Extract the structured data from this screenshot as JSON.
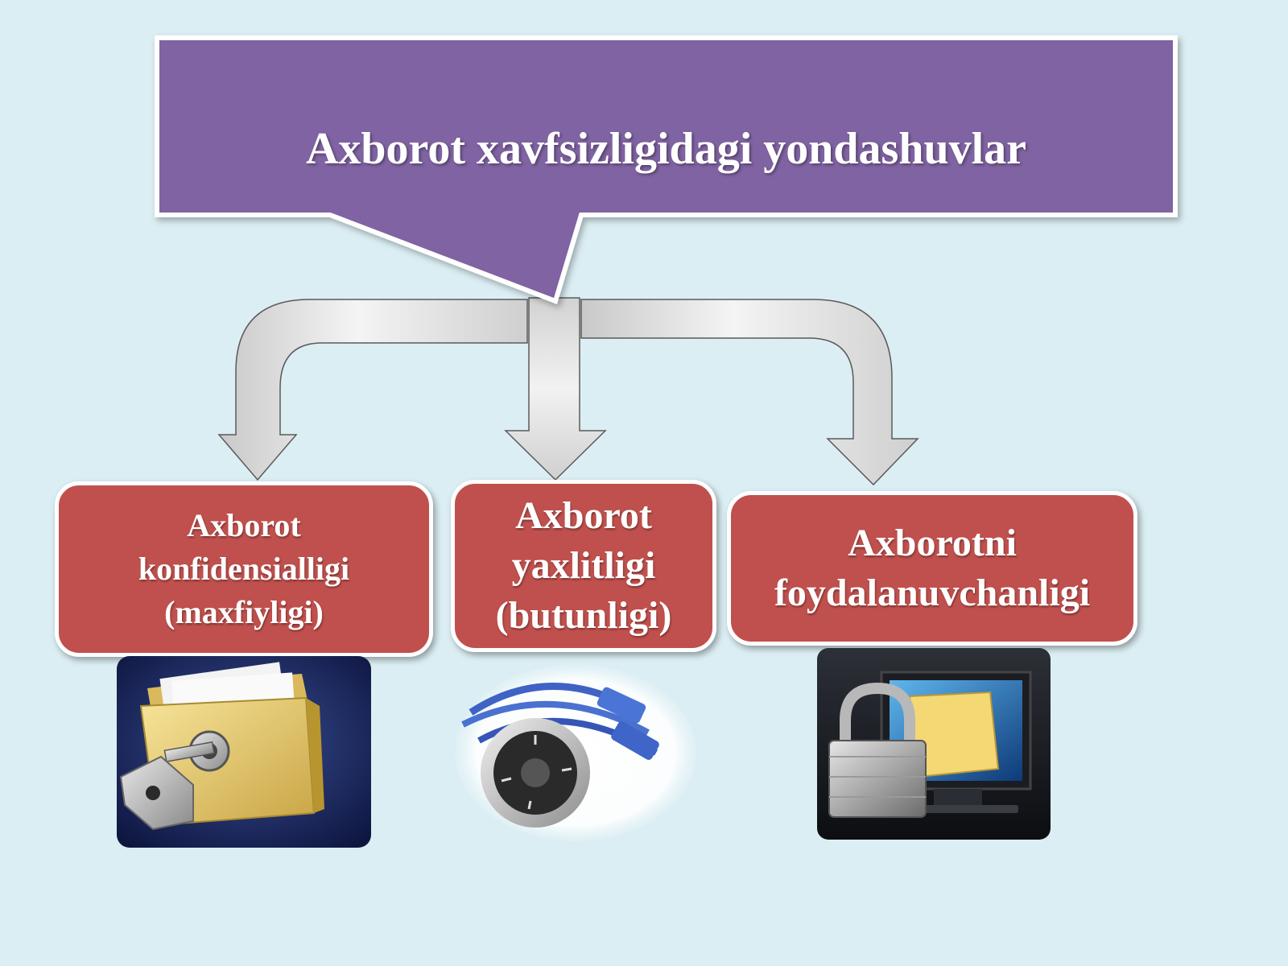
{
  "title": "Axborot xavfsizligidagi yondashuvlar",
  "colors": {
    "background": "#dbeef3",
    "callout": "#8064a2",
    "box_fill": "#c0504d",
    "arrow_fill": "#e4e4e4"
  },
  "boxes": [
    {
      "lines": [
        "Axborot",
        "konfidensialligi",
        "(maxfiyligi)"
      ]
    },
    {
      "lines": [
        "Axborot",
        "yaxlitligi",
        "(butunligi)"
      ]
    },
    {
      "lines": [
        "Axborotni",
        "foydalanuvchanligi"
      ]
    }
  ],
  "images": [
    {
      "name": "folder-key-lock-icon"
    },
    {
      "name": "network-cable-combination-lock-icon"
    },
    {
      "name": "monitor-padlock-icon"
    }
  ]
}
